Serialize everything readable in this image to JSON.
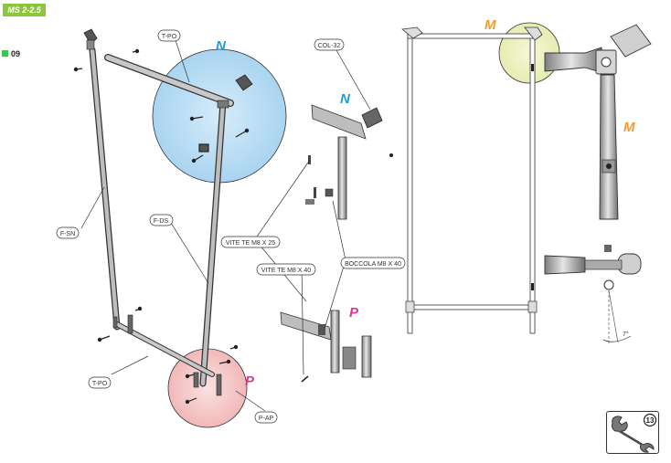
{
  "doc_code": "MS 2-2.5",
  "page_number": "09",
  "detail_letters": {
    "n1": "N",
    "n2": "N",
    "m1": "M",
    "m2": "M",
    "p1": "P",
    "p2": "P"
  },
  "callouts": {
    "t_po_top": "T-PO",
    "col_32": "COL-32",
    "f_sn": "F-SN",
    "f_ds": "F-DS",
    "vite_25": "VITE TE M8 X 25",
    "vite_40": "VITE TE M8 X 40",
    "boccola": "BOCCOLA M8 X 40",
    "t_po_bottom": "T-PO",
    "p_ap": "P-AP"
  },
  "angle_label": "7°",
  "tool_badge": "13",
  "colors": {
    "accent_green": "#8cc63f",
    "letter_n": "#1e9bd7",
    "letter_m": "#f29a2e",
    "letter_p": "#d63a8f"
  },
  "icons": [
    "wrench-icon"
  ]
}
